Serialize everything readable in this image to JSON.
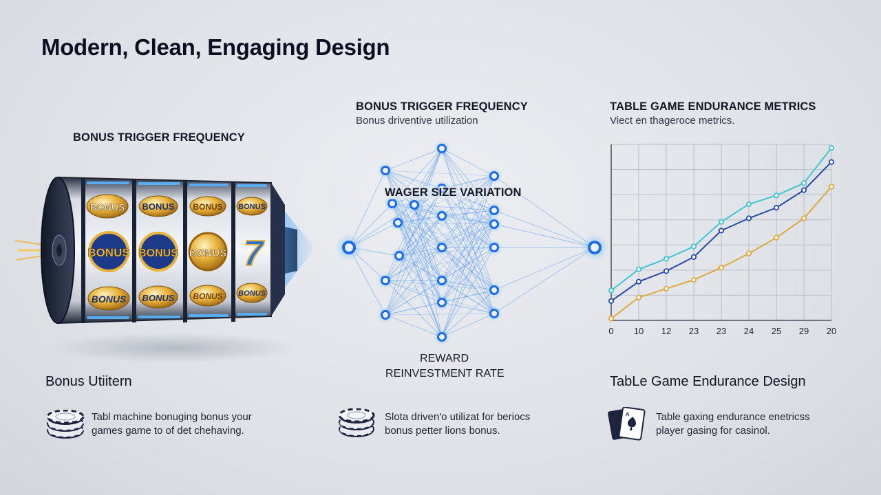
{
  "page": {
    "title": "Modern, Clean, Engaging Design"
  },
  "slot_panel": {
    "heading": "BONUS TRIGGER FREQUENCY",
    "symbols": [
      "BONUS",
      "BONUS",
      "BONUS",
      "BONUS",
      "BONUS",
      "BONUS",
      "BONUS",
      "7",
      "BONUS",
      "BONUS",
      "BONUS",
      "BONUS"
    ]
  },
  "network_panel": {
    "heading": "BONUS TRIGGER FREQUENCY",
    "subheading": "Bonus driventive utilization",
    "center_label": "WAGER SIZE VARIATION",
    "bottom_label_line1": "REWARD",
    "bottom_label_line2": "REINVESTMENT RATE"
  },
  "chart_panel": {
    "heading": "TABLE GAME ENDURANCE METRICS",
    "subheading": "Viect en thageroce metrics."
  },
  "chart_data": {
    "type": "line",
    "title": "TABLE GAME ENDURANCE METRICS",
    "xlabel": "",
    "ylabel": "",
    "categories": [
      "0",
      "10",
      "12",
      "23",
      "23",
      "24",
      "25",
      "29",
      "20"
    ],
    "ylim": [
      0,
      100
    ],
    "grid": true,
    "series": [
      {
        "color": "#3cc6cf",
        "values": [
          17,
          29,
          35,
          42,
          56,
          66,
          71,
          78,
          98
        ]
      },
      {
        "color": "#2449a8",
        "values": [
          11,
          22,
          28,
          36,
          51,
          58,
          64,
          74,
          90
        ]
      },
      {
        "color": "#e0a83a",
        "values": [
          1,
          13,
          18,
          23,
          30,
          38,
          47,
          58,
          76
        ]
      }
    ]
  },
  "bottom_sections": [
    {
      "title": "Bonus Utiitern",
      "desc_line1": "Tabl machine bonuging bonus your",
      "desc_line2": "games game to of det chehaving.",
      "icon": "poker-chips-icon"
    },
    {
      "title": "",
      "desc_line1": "Slota driven'o utilizat for beriocs",
      "desc_line2": "bonus petter lions bonus.",
      "icon": "poker-chips-icon"
    },
    {
      "title": "TabLe Game Endurance Design",
      "desc_line1": "Table gaxing endurance enetricss",
      "desc_line2": "player gasing for casinol.",
      "icon": "playing-cards-icon"
    }
  ],
  "colors": {
    "accent_blue": "#1d6be8",
    "glow_blue": "#4aa3ff",
    "gold": "#e7a92f",
    "teal": "#3cc6cf",
    "navy": "#2449a8"
  }
}
